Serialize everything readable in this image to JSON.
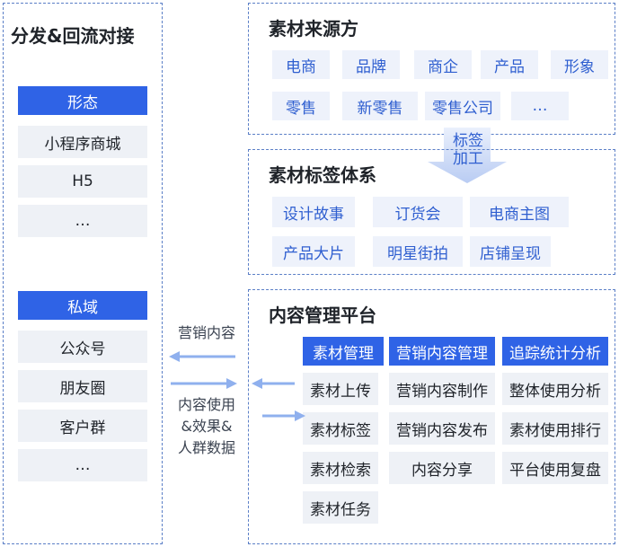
{
  "left_panel": {
    "title": "分发&回流对接",
    "group1": {
      "header": "形态",
      "items": [
        "小程序商城",
        "H5",
        "…"
      ]
    },
    "group2": {
      "header": "私域",
      "items": [
        "公众号",
        "朋友圈",
        "客户群",
        "…"
      ]
    }
  },
  "source_panel": {
    "title": "素材来源方",
    "items": [
      "电商",
      "品牌",
      "商企",
      "产品",
      "形象",
      "零售",
      "新零售",
      "零售公司",
      "…"
    ]
  },
  "tag_arrow": {
    "line1": "标签",
    "line2": "加工"
  },
  "tag_panel": {
    "title": "素材标签体系",
    "items": [
      "设计故事",
      "订货会",
      "电商主图",
      "产品大片",
      "明星街拍",
      "店铺呈现"
    ]
  },
  "platform_panel": {
    "title": "内容管理平台",
    "columns": [
      {
        "header": "素材管理",
        "items": [
          "素材上传",
          "素材标签",
          "素材检索",
          "素材任务"
        ]
      },
      {
        "header": "营销内容管理",
        "items": [
          "营销内容制作",
          "营销内容发布",
          "内容分享"
        ]
      },
      {
        "header": "追踪统计分析",
        "items": [
          "整体使用分析",
          "素材使用排行",
          "平台使用复盘"
        ]
      }
    ]
  },
  "flow_labels": {
    "outbound": "营销内容",
    "inbound_line1": "内容使用",
    "inbound_line2": "&效果&",
    "inbound_line3": "人群数据"
  },
  "colors": {
    "accent": "#2f63e6",
    "chip_bg": "#eef2fb",
    "border": "#5b7fc7"
  }
}
